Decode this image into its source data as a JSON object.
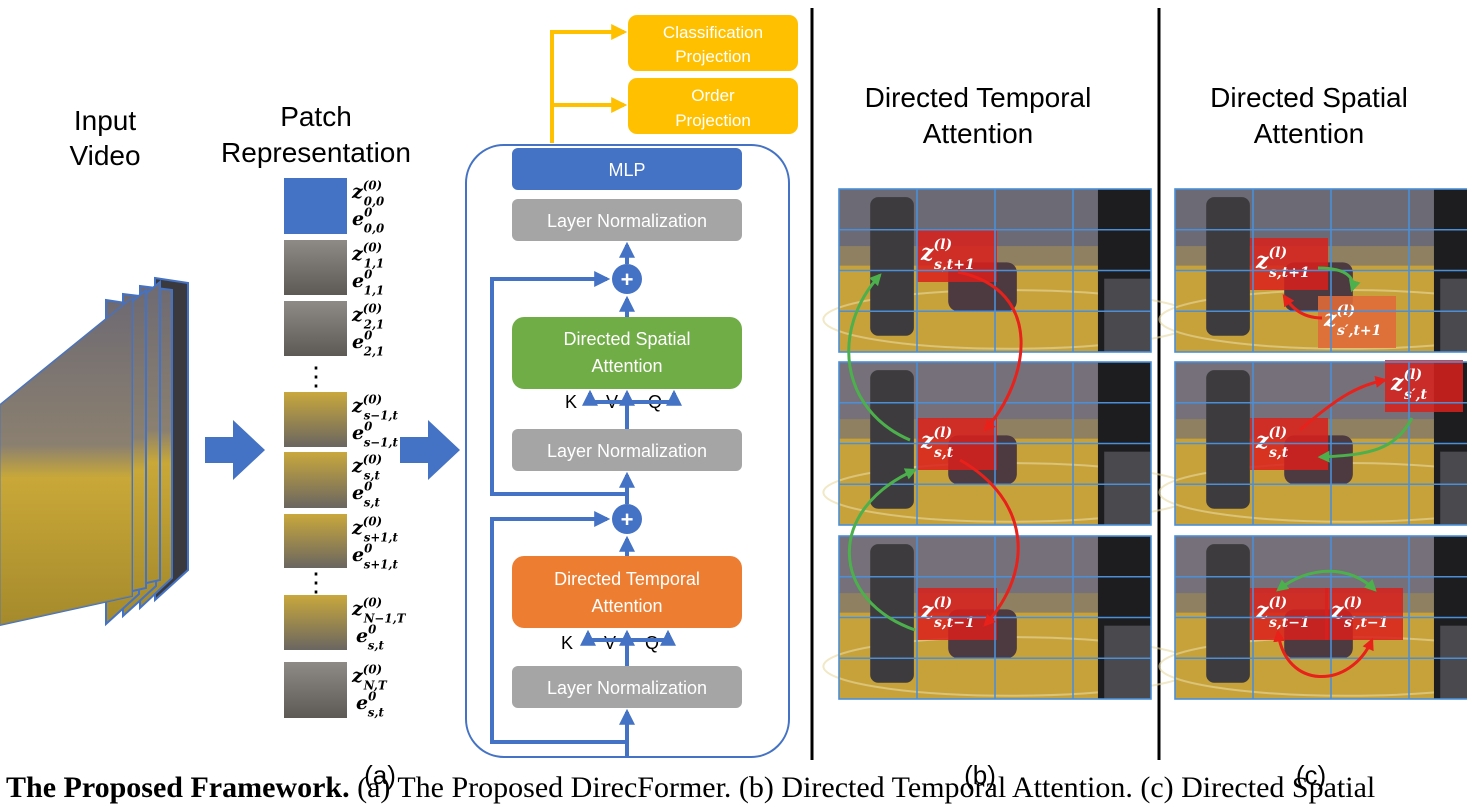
{
  "column_titles": {
    "input_line1": "Input",
    "input_line2": "Video",
    "patch_line1": "Patch",
    "patch_line2": "Representation",
    "temporal_line1": "Directed Temporal",
    "temporal_line2": "Attention",
    "spatial_line1": "Directed Spatial",
    "spatial_line2": "Attention"
  },
  "patches": [
    {
      "z": "z",
      "z_sup": "(0)",
      "z_sub": "0,0",
      "e": "e",
      "e_sup": "0",
      "e_sub": "0,0"
    },
    {
      "z": "z",
      "z_sup": "(0)",
      "z_sub": "1,1",
      "e": "e",
      "e_sup": "0",
      "e_sub": "1,1"
    },
    {
      "z": "z",
      "z_sup": "(0)",
      "z_sub": "2,1",
      "e": "e",
      "e_sup": "0",
      "e_sub": "2,1"
    },
    {
      "z": "z",
      "z_sup": "(0)",
      "z_sub": "s−1,t",
      "e": "e",
      "e_sup": "0",
      "e_sub": "s−1,t"
    },
    {
      "z": "z",
      "z_sup": "(0)",
      "z_sub": "s,t",
      "e": "e",
      "e_sup": "0",
      "e_sub": "s,t"
    },
    {
      "z": "z",
      "z_sup": "(0)",
      "z_sub": "s+1,t",
      "e": "e",
      "e_sup": "0",
      "e_sub": "s+1,t"
    },
    {
      "z": "z",
      "z_sup": "(0)",
      "z_sub": "N−1,T",
      "e": "e",
      "e_sup": "0",
      "e_sub": "s,t"
    },
    {
      "z": "z",
      "z_sup": "(0)",
      "z_sub": "N,T",
      "e": "e",
      "e_sup": "0",
      "e_sub": "s,t"
    }
  ],
  "ellipsis": "⋮",
  "blocks": {
    "classification": {
      "line1": "Classification",
      "line2": "Projection"
    },
    "order": {
      "line1": "Order",
      "line2": "Projection"
    },
    "mlp": "MLP",
    "layer_norm": "Layer Normalization",
    "spatial": {
      "line1": "Directed Spatial",
      "line2": "Attention"
    },
    "temporal": {
      "line1": "Directed Temporal",
      "line2": "Attention"
    },
    "plus": "+",
    "k": "K",
    "v": "V",
    "q": "Q"
  },
  "frame_labels_b": [
    {
      "sub": "s,t+1"
    },
    {
      "sub": "s,t"
    },
    {
      "sub": "s,t−1"
    }
  ],
  "frame_labels_c": [
    {
      "sub": "s,t+1"
    },
    {
      "sub": "s′,t+1"
    },
    {
      "sub": "s′,t"
    },
    {
      "sub": "s,t"
    },
    {
      "sub": "s,t−1"
    },
    {
      "sub": "s′,t−1"
    }
  ],
  "z_symbol": "z",
  "z_sup": "(l)",
  "panel_labels": {
    "a": "(a)",
    "b": "(b)",
    "c": "(c)"
  },
  "caption": {
    "bold": "The Proposed Framework.",
    "rest": " (a) The Proposed DirecFormer. (b) Directed Temporal Attention. (c) Directed Spatial"
  },
  "colors": {
    "patch_blue": "#4472c4",
    "mlp_blue": "#4472c4",
    "flow_blue": "#4472c4",
    "ln_gray": "#a5a5a5",
    "spatial_green": "#70ad47",
    "temporal_orange": "#ed7d31",
    "proj_yellow": "#ffc000",
    "highlight_red": "#d9201c",
    "arrow_green": "#4cb04c",
    "arrow_red": "#e8211b"
  }
}
